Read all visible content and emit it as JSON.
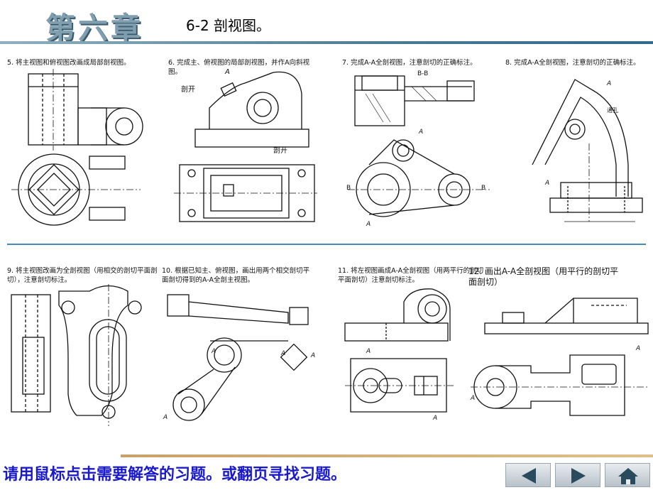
{
  "header": {
    "chapter": "第六章",
    "subtitle": "6-2  剖视图。"
  },
  "exercises": [
    {
      "id": "ex5",
      "label": "5. 将主视图和俯视图改画成局部剖视图。",
      "annotations": []
    },
    {
      "id": "ex6",
      "label": "6. 完成主、俯视图的局部剖视图，并作A向斜视图。",
      "annotations": [
        "A",
        "剖开",
        "剖开"
      ]
    },
    {
      "id": "ex7",
      "label": "7. 完成A-A全剖视图，注意剖切的正确标注。",
      "annotations": [
        "B-B",
        "A",
        "B",
        "B",
        "A"
      ]
    },
    {
      "id": "ex8",
      "label": "8. 完成A-A全剖视图，注意剖切的正确标注。",
      "annotations": [
        "A",
        "通孔",
        "A"
      ]
    },
    {
      "id": "ex9",
      "label": "9. 将主视图改画为全剖视图（用相交的剖切平面剖切），注意剖切标注。",
      "annotations": []
    },
    {
      "id": "ex10",
      "label": "10. 根据已知主、俯视图，画出用两个相交剖切平面剖切得到的A-A全剖主视图。",
      "annotations": [
        "A",
        "A",
        "A",
        "A"
      ]
    },
    {
      "id": "ex11",
      "label": "11. 将左视图画成A-A全剖视图（用两平行的剖切平面剖切）注意剖切标注。",
      "annotations": [
        "A",
        "A"
      ]
    },
    {
      "id": "ex12",
      "label": "12. 画出A-A全剖视图（用平行的剖切平面剖切）",
      "annotations": [
        "A",
        "A"
      ]
    }
  ],
  "footer": {
    "instruction": "请用鼠标点击需要解答的习题。或翻页寻找习题。"
  },
  "nav": {
    "prev_icon": "triangle-left-icon",
    "next_icon": "triangle-right-icon",
    "home_icon": "home-icon"
  },
  "colors": {
    "chapter": "#7f9fb0",
    "rule": "#4a8ab0",
    "footer_text": "#1a1acc",
    "footer_rule": "#c9a06a"
  }
}
